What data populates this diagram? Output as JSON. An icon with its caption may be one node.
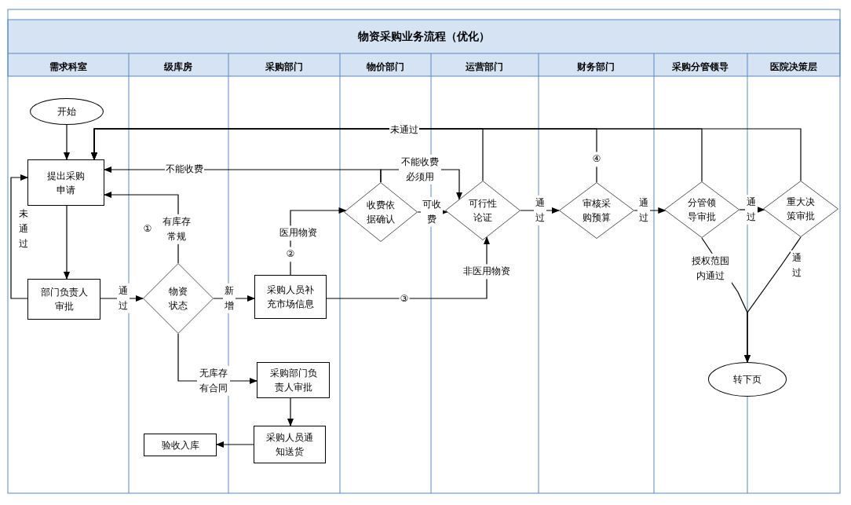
{
  "diagram": {
    "title": "物资采购业务流程（优化）",
    "nodes": [
      {
        "text": [
          "开始"
        ]
      },
      {
        "text": [
          "提出采购申请"
        ]
      },
      {
        "text": [
          "部门负责人审批"
        ]
      },
      {
        "text": [
          "物资状态"
        ]
      },
      {
        "text": [
          "采购人员补充市场信息"
        ]
      },
      {
        "text": [
          "采购部门负责人审批"
        ]
      },
      {
        "text": [
          "采购人员通知送货"
        ]
      },
      {
        "text": [
          "验收入库"
        ]
      },
      {
        "text": [
          "收费依据确认"
        ]
      },
      {
        "text": [
          "可行性论证"
        ]
      },
      {
        "text": [
          "审核采购预算"
        ]
      },
      {
        "text": [
          "分管领导审批"
        ]
      },
      {
        "text": [
          "重大决策审批"
        ]
      },
      {
        "text": [
          "转下页"
        ]
      }
    ],
    "edges": [
      {
        "from": 0,
        "to": 1,
        "arrow": "to"
      },
      {
        "from": 9,
        "to": 1,
        "arrow": "to",
        "label": "未通过"
      },
      {
        "from": 10,
        "to": 1,
        "arrow": "to"
      },
      {
        "from": 11,
        "to": 1,
        "arrow": "to"
      },
      {
        "from": 12,
        "to": 1,
        "arrow": "to"
      },
      {
        "from": 8,
        "to": 1,
        "arrow": "to",
        "label": "不能收费"
      },
      {
        "from": 3,
        "to": 1,
        "arrow": "to",
        "label": "有库存常规"
      },
      {
        "from": 1,
        "to": 2,
        "arrow": "to"
      },
      {
        "from": 2,
        "to": 1,
        "arrow": "to",
        "label": "未通过"
      },
      {
        "from": 2,
        "to": 3,
        "arrow": "to",
        "label": "通过"
      },
      {
        "from": 3,
        "to": 4,
        "arrow": "to",
        "label": "新增"
      },
      {
        "from": 3,
        "to": 5,
        "arrow": "to",
        "label": "无库存有合同"
      },
      {
        "from": 5,
        "to": 6,
        "arrow": "to"
      },
      {
        "from": 6,
        "to": 7,
        "arrow": "to"
      },
      {
        "from": 4,
        "to": 8,
        "arrow": "to",
        "label": "医用物资"
      },
      {
        "from": 4,
        "to": 9,
        "arrow": "to",
        "label": "非医用物资"
      },
      {
        "from": 8,
        "to": 9,
        "arrow": "to",
        "label": "可收费"
      },
      {
        "from": 8,
        "to": 9,
        "arrow": "to",
        "label": "不能收费必须用"
      },
      {
        "from": 9,
        "to": 10,
        "arrow": "to",
        "label": "通过"
      },
      {
        "from": 10,
        "to": 11,
        "arrow": "to",
        "label": "通过"
      },
      {
        "from": 11,
        "to": 12,
        "arrow": "to",
        "label": "通过"
      },
      {
        "from": 11,
        "to": 13,
        "arrow": "to",
        "label": "授权范围内通过"
      },
      {
        "from": 12,
        "to": 13,
        "arrow": "to",
        "label": "通过"
      }
    ],
    "labels": [
      "需求科室",
      "级库房",
      "采购部门",
      "物价部门",
      "运营部门",
      "财务部门",
      "采购分管领导",
      "医院决策层",
      "④",
      "①",
      "②",
      "③"
    ]
  }
}
